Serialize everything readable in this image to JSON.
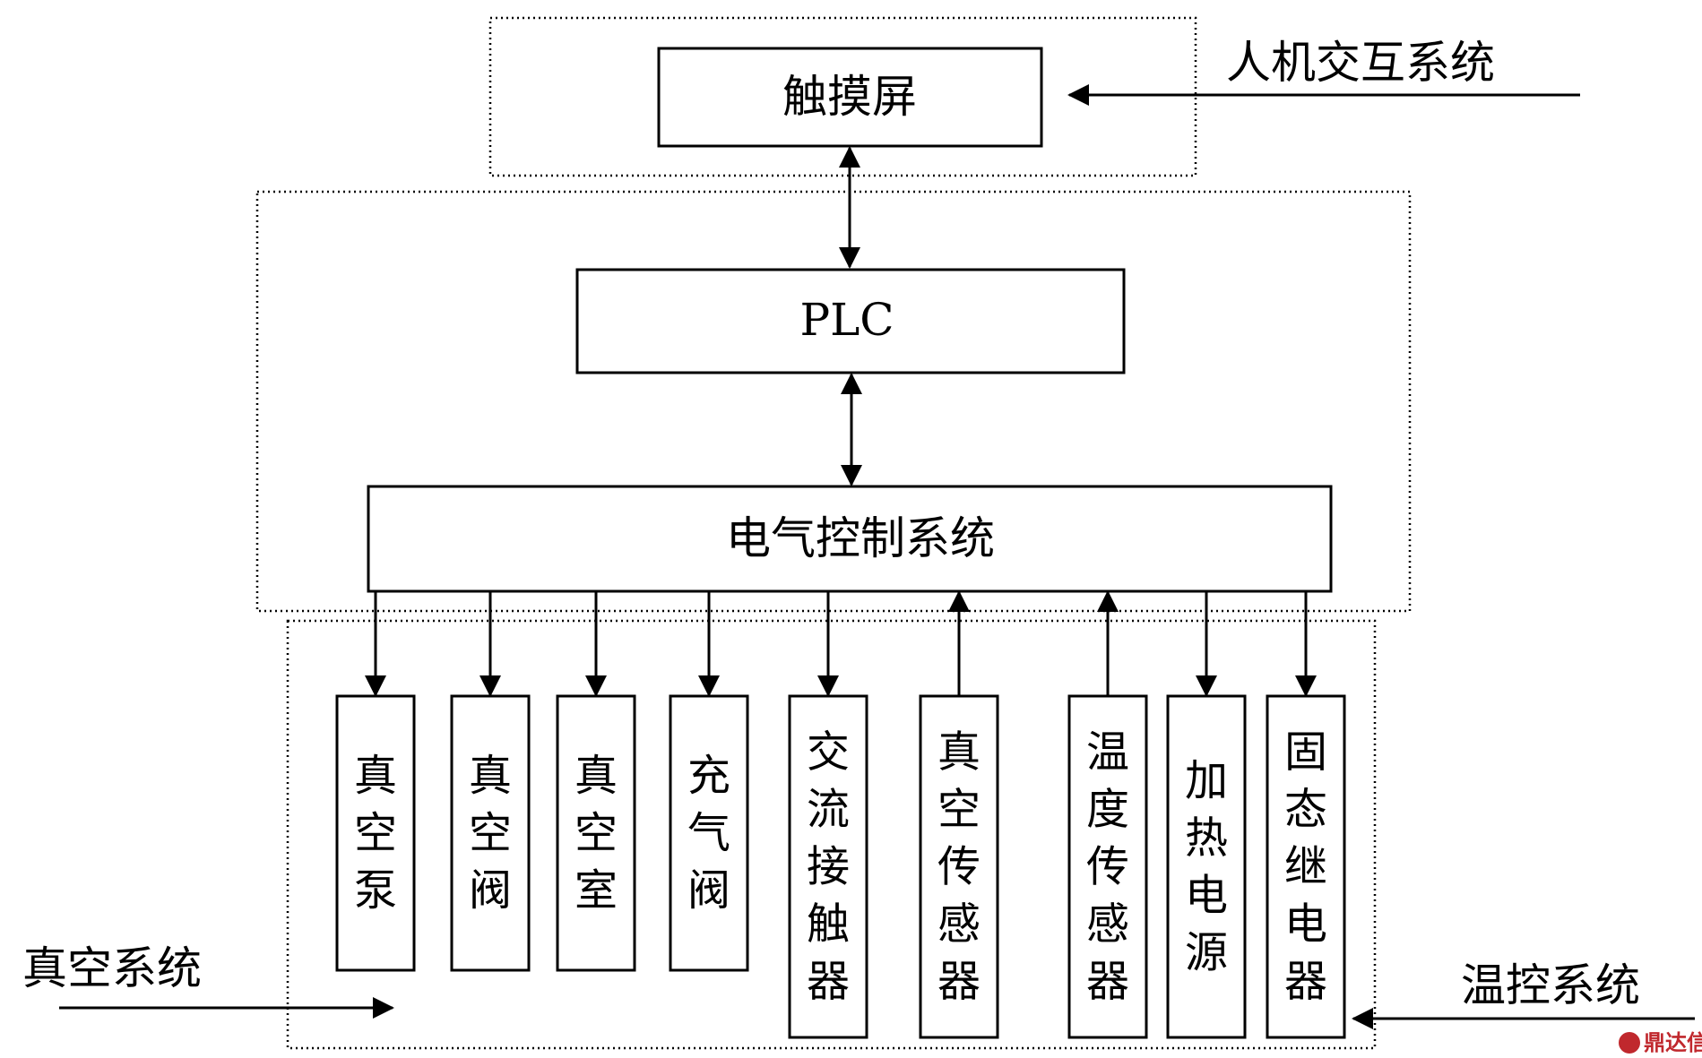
{
  "groups": {
    "hmi_label": "人机交互系统",
    "vacuum_label": "真空系统",
    "temp_label": "温控系统"
  },
  "nodes": {
    "touchscreen": "触摸屏",
    "plc": "PLC",
    "electrical_control": "电气控制系统"
  },
  "devices": [
    {
      "label": "真空泵",
      "direction": "out"
    },
    {
      "label": "真空阀",
      "direction": "out"
    },
    {
      "label": "真空室",
      "direction": "out"
    },
    {
      "label": "充气阀",
      "direction": "out"
    },
    {
      "label": "交流接触器",
      "direction": "out"
    },
    {
      "label": "真空传感器",
      "direction": "in"
    },
    {
      "label": "温度传感器",
      "direction": "in"
    },
    {
      "label": "加热电源",
      "direction": "out"
    },
    {
      "label": "固态继电器",
      "direction": "out"
    }
  ],
  "watermark": {
    "text": "鼎达信",
    "color": "#c0282d"
  }
}
